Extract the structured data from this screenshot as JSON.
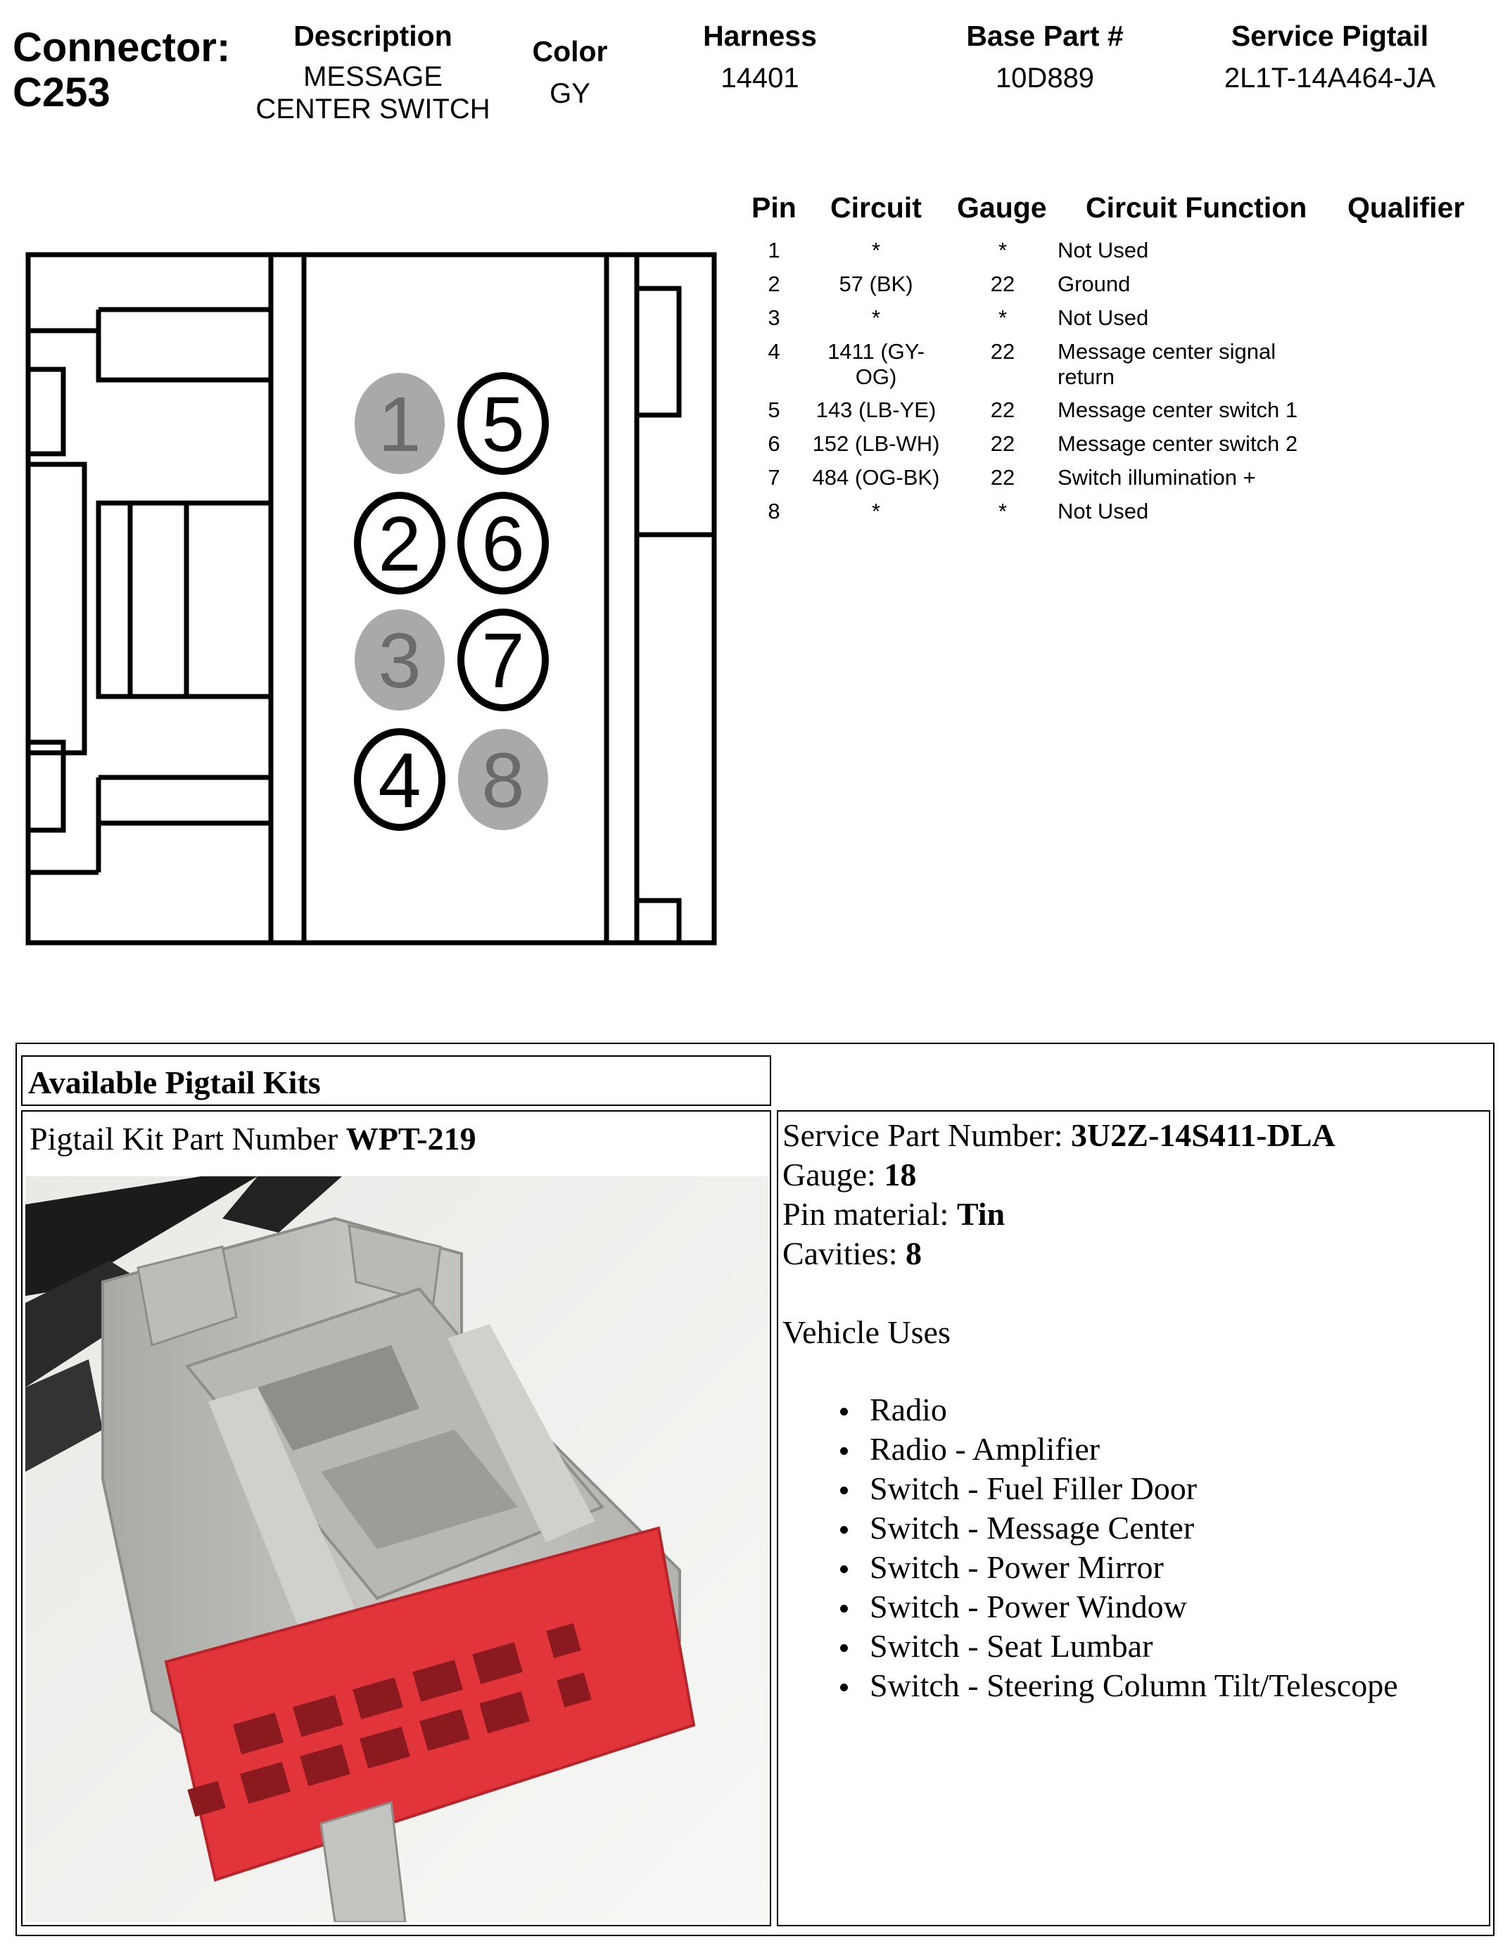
{
  "header": {
    "connector_label": "Connector:",
    "connector_id": "C253",
    "description_label": "Description",
    "description_line1": "MESSAGE",
    "description_line2": "CENTER SWITCH",
    "color_label": "Color",
    "color_value": "GY",
    "harness_label": "Harness",
    "harness_value": "14401",
    "base_part_label": "Base Part #",
    "base_part_value": "10D889",
    "service_pigtail_label": "Service Pigtail",
    "service_pigtail_value": "2L1T-14A464-JA"
  },
  "connector_face": {
    "pins": [
      {
        "label": "1",
        "used": false
      },
      {
        "label": "2",
        "used": true
      },
      {
        "label": "3",
        "used": false
      },
      {
        "label": "4",
        "used": true
      },
      {
        "label": "5",
        "used": true
      },
      {
        "label": "6",
        "used": true
      },
      {
        "label": "7",
        "used": true
      },
      {
        "label": "8",
        "used": false
      }
    ],
    "unused_fill": "#a9a9a9",
    "unused_text": "#6b6b6b"
  },
  "pin_table": {
    "headers": {
      "pin": "Pin",
      "circuit": "Circuit",
      "gauge": "Gauge",
      "function": "Circuit Function",
      "qualifier": "Qualifier"
    },
    "rows": [
      {
        "pin": "1",
        "circuit": "*",
        "circuit2": "",
        "gauge": "*",
        "function": "Not Used",
        "function2": "",
        "qualifier": ""
      },
      {
        "pin": "2",
        "circuit": "57 (BK)",
        "circuit2": "",
        "gauge": "22",
        "function": "Ground",
        "function2": "",
        "qualifier": ""
      },
      {
        "pin": "3",
        "circuit": "*",
        "circuit2": "",
        "gauge": "*",
        "function": "Not Used",
        "function2": "",
        "qualifier": ""
      },
      {
        "pin": "4",
        "circuit": "1411 (GY-",
        "circuit2": "OG)",
        "gauge": "22",
        "function": "Message center signal",
        "function2": "return",
        "qualifier": ""
      },
      {
        "pin": "5",
        "circuit": "143 (LB-YE)",
        "circuit2": "",
        "gauge": "22",
        "function": "Message center switch 1",
        "function2": "",
        "qualifier": ""
      },
      {
        "pin": "6",
        "circuit": "152 (LB-WH)",
        "circuit2": "",
        "gauge": "22",
        "function": "Message center switch 2",
        "function2": "",
        "qualifier": ""
      },
      {
        "pin": "7",
        "circuit": "484 (OG-BK)",
        "circuit2": "",
        "gauge": "22",
        "function": "Switch illumination +",
        "function2": "",
        "qualifier": ""
      },
      {
        "pin": "8",
        "circuit": "*",
        "circuit2": "",
        "gauge": "*",
        "function": "Not Used",
        "function2": "",
        "qualifier": ""
      }
    ]
  },
  "pigtail": {
    "section_title": "Available Pigtail Kits",
    "kit_label": "Pigtail Kit Part Number ",
    "kit_number": "WPT-219",
    "service_part_label": "Service Part Number: ",
    "service_part_value": "3U2Z-14S411-DLA",
    "gauge_label": "Gauge: ",
    "gauge_value": "18",
    "pin_material_label": "Pin material: ",
    "pin_material_value": "Tin",
    "cavities_label": "Cavities: ",
    "cavities_value": "8",
    "vehicle_uses_label": "Vehicle Uses",
    "vehicle_uses": [
      "Radio",
      "Radio - Amplifier",
      "Switch - Fuel Filler Door",
      "Switch - Message Center",
      "Switch - Power Mirror",
      "Switch - Power Window",
      "Switch - Seat Lumbar",
      "Switch - Steering Column Tilt/Telescope"
    ],
    "housing_color": "#c4c6c1",
    "terminal_block_color": "#e2343b"
  }
}
